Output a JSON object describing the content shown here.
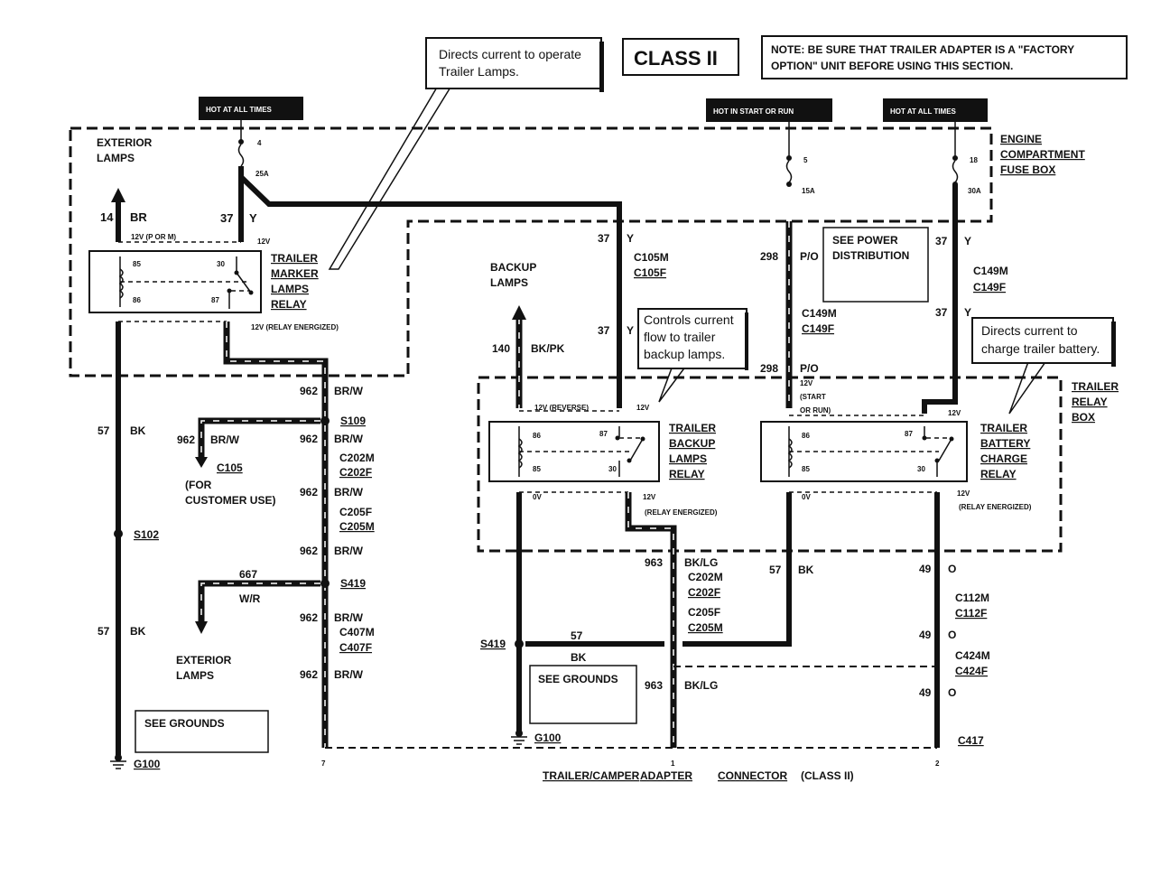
{
  "title": "CLASS II",
  "note": {
    "line1": "NOTE: BE SURE THAT TRAILER ADAPTER IS A \"FACTORY",
    "line2": "OPTION\" UNIT BEFORE USING THIS SECTION."
  },
  "power_labels": [
    "HOT AT ALL TIMES",
    "HOT IN START OR RUN",
    "HOT AT ALL TIMES"
  ],
  "callouts": {
    "marker": [
      "Directs current to operate",
      "Trailer Lamps."
    ],
    "backup": [
      "Controls current",
      "flow to trailer",
      "backup lamps."
    ],
    "charge": [
      "Directs current to",
      "charge trailer battery."
    ]
  },
  "boxes": {
    "engine_fuse_box": [
      "ENGINE",
      "COMPARTMENT",
      "FUSE BOX"
    ],
    "trailer_relay_box": [
      "TRAILER",
      "RELAY",
      "BOX"
    ],
    "see_power": [
      "SEE POWER",
      "DISTRIBUTION"
    ],
    "see_grounds": "SEE GROUNDS"
  },
  "fuses": [
    {
      "num": "4",
      "amps": "25A"
    },
    {
      "num": "5",
      "amps": "15A"
    },
    {
      "num": "18",
      "amps": "30A"
    }
  ],
  "relays": {
    "marker": {
      "name": [
        "TRAILER",
        "MARKER",
        "LAMPS",
        "RELAY"
      ],
      "pins": [
        "85",
        "30",
        "86",
        "87"
      ]
    },
    "backup": {
      "name": [
        "TRAILER",
        "BACKUP",
        "LAMPS",
        "RELAY"
      ],
      "pins": [
        "86",
        "87",
        "85",
        "30"
      ]
    },
    "charge": {
      "name": [
        "TRAILER",
        "BATTERY",
        "CHARGE",
        "RELAY"
      ],
      "pins": [
        "86",
        "87",
        "85",
        "30"
      ]
    }
  },
  "voltages": {
    "p_or_m": "12V (P OR M)",
    "v12": "12V",
    "relay_energized": "12V (RELAY ENERGIZED)",
    "reverse": "12V (REVERSE)",
    "zero": "0V",
    "relay_energized_paren": "(RELAY ENERGIZED)",
    "start_or_run": [
      "12V",
      "(START",
      "OR RUN)"
    ]
  },
  "labels": {
    "exterior_lamps": [
      "EXTERIOR",
      "LAMPS"
    ],
    "backup_lamps": [
      "BACKUP",
      "LAMPS"
    ],
    "customer_use": [
      "(FOR",
      "CUSTOMER USE)"
    ],
    "connector_title": [
      "TRAILER/CAMPER",
      "ADAPTER",
      "CONNECTOR",
      "(CLASS II)"
    ]
  },
  "circuits": {
    "c14": {
      "num": "14",
      "color": "BR"
    },
    "c37": {
      "num": "37",
      "color": "Y"
    },
    "c57": {
      "num": "57",
      "color": "BK"
    },
    "c962": {
      "num": "962",
      "color": "BR/W"
    },
    "c667": {
      "num": "667",
      "color": "W/R"
    },
    "c140": {
      "num": "140",
      "color": "BK/PK"
    },
    "c298": {
      "num": "298",
      "color": "P/O"
    },
    "c963": {
      "num": "963",
      "color": "BK/LG"
    },
    "c49": {
      "num": "49",
      "color": "O"
    }
  },
  "connectors": {
    "c105m": "C105M",
    "c105f": "C105F",
    "c149m": "C149M",
    "c149f": "C149F",
    "c202m": "C202M",
    "c202f": "C202F",
    "c205f": "C205F",
    "c205m": "C205M",
    "c407m": "C407M",
    "c407f": "C407F",
    "c112m": "C112M",
    "c112f": "C112F",
    "c424m": "C424M",
    "c424f": "C424F",
    "c105": "C105",
    "c417": "C417"
  },
  "splices": {
    "s109": "S109",
    "s102": "S102",
    "s419": "S419"
  },
  "grounds": {
    "g100": "G100"
  },
  "pins": {
    "p7": "7",
    "p1": "1",
    "p2": "2"
  }
}
